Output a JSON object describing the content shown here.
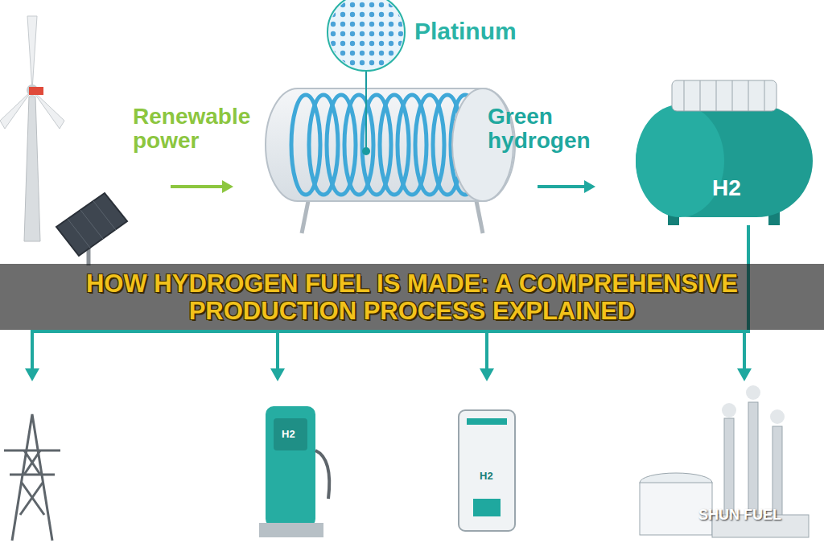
{
  "diagram": {
    "title": "HOW HYDROGEN FUEL IS MADE: A COMPREHENSIVE PRODUCTION PROCESS EXPLAINED",
    "labels": [
      "Platinum",
      "Renewable power",
      "Green hydrogen",
      "H2",
      "H2",
      "H2",
      "SHUN FUEL"
    ]
  }
}
